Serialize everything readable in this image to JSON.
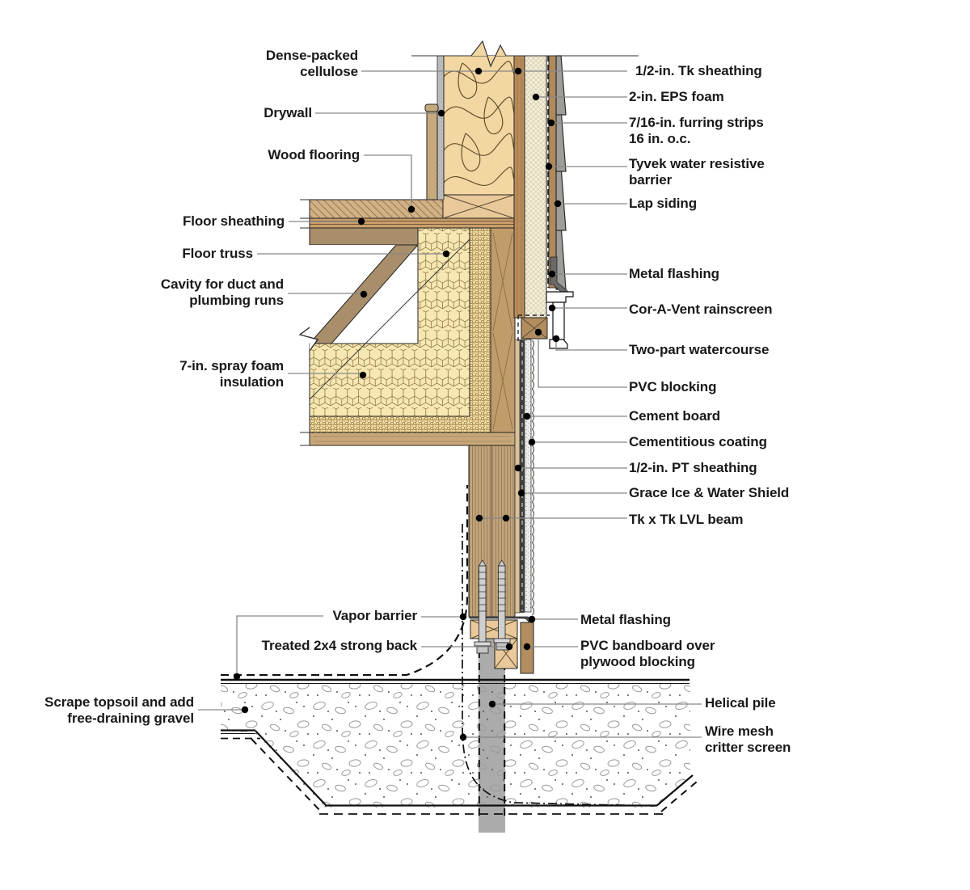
{
  "figure": {
    "kind": "construction-detail-section",
    "subject": "Floating home floor and wall assembly on helical pile"
  },
  "labels": {
    "dense_cellulose": {
      "text": "Dense-packed\ncellulose"
    },
    "drywall": {
      "text": "Drywall"
    },
    "wood_flooring": {
      "text": "Wood flooring"
    },
    "floor_sheathing": {
      "text": "Floor sheathing"
    },
    "floor_truss": {
      "text": "Floor truss"
    },
    "cavity": {
      "text": "Cavity for duct and\nplumbing runs"
    },
    "spray_foam": {
      "text": "7-in. spray foam\ninsulation"
    },
    "vapor_barrier": {
      "text": "Vapor barrier"
    },
    "strong_back": {
      "text": "Treated 2x4 strong back"
    },
    "topsoil": {
      "text": "Scrape topsoil and add\nfree-draining gravel"
    },
    "tk_sheathing": {
      "text": "1/2-in. Tk sheathing"
    },
    "eps_foam": {
      "text": "2-in. EPS foam"
    },
    "furring": {
      "text": "7/16-in. furring strips\n16 in. o.c."
    },
    "tyvek": {
      "text": "Tyvek water resistive\nbarrier"
    },
    "lap_siding": {
      "text": "Lap siding"
    },
    "metal_flashing_upper": {
      "text": "Metal flashing"
    },
    "cor_a_vent": {
      "text": "Cor-A-Vent rainscreen"
    },
    "watercourse": {
      "text": "Two-part watercourse"
    },
    "pvc_blocking": {
      "text": "PVC blocking"
    },
    "cement_board": {
      "text": "Cement board"
    },
    "cementitious": {
      "text": "Cementitious coating"
    },
    "pt_sheathing": {
      "text": "1/2-in. PT sheathing"
    },
    "grace": {
      "text": "Grace Ice & Water Shield"
    },
    "lvl_beam": {
      "text": "Tk x Tk LVL beam"
    },
    "metal_flashing_lower": {
      "text": "Metal flashing"
    },
    "pvc_bandboard": {
      "text": "PVC bandboard over\nplywood blocking"
    },
    "helical_pile": {
      "text": "Helical pile"
    },
    "wire_mesh": {
      "text": "Wire mesh\ncritter screen"
    }
  },
  "colors": {
    "cellulose": "#f2d7a3",
    "spray_foam": "#f7e7b2",
    "dense_foam": "#f3dda2",
    "eps": "#f3eed8",
    "wood_light": "#e9c99a",
    "wood_mid": "#c09c6b",
    "wood_dark": "#a98e6b",
    "sheathing": "#b98c5c",
    "drywall": "#bcbdbf",
    "siding_gray": "#9d9d99",
    "flashing_gray": "#6a6a68",
    "pile_gray": "#ababab",
    "pvc": "#b28d60",
    "line_dark": "#222222",
    "leader_gray": "#878787"
  }
}
